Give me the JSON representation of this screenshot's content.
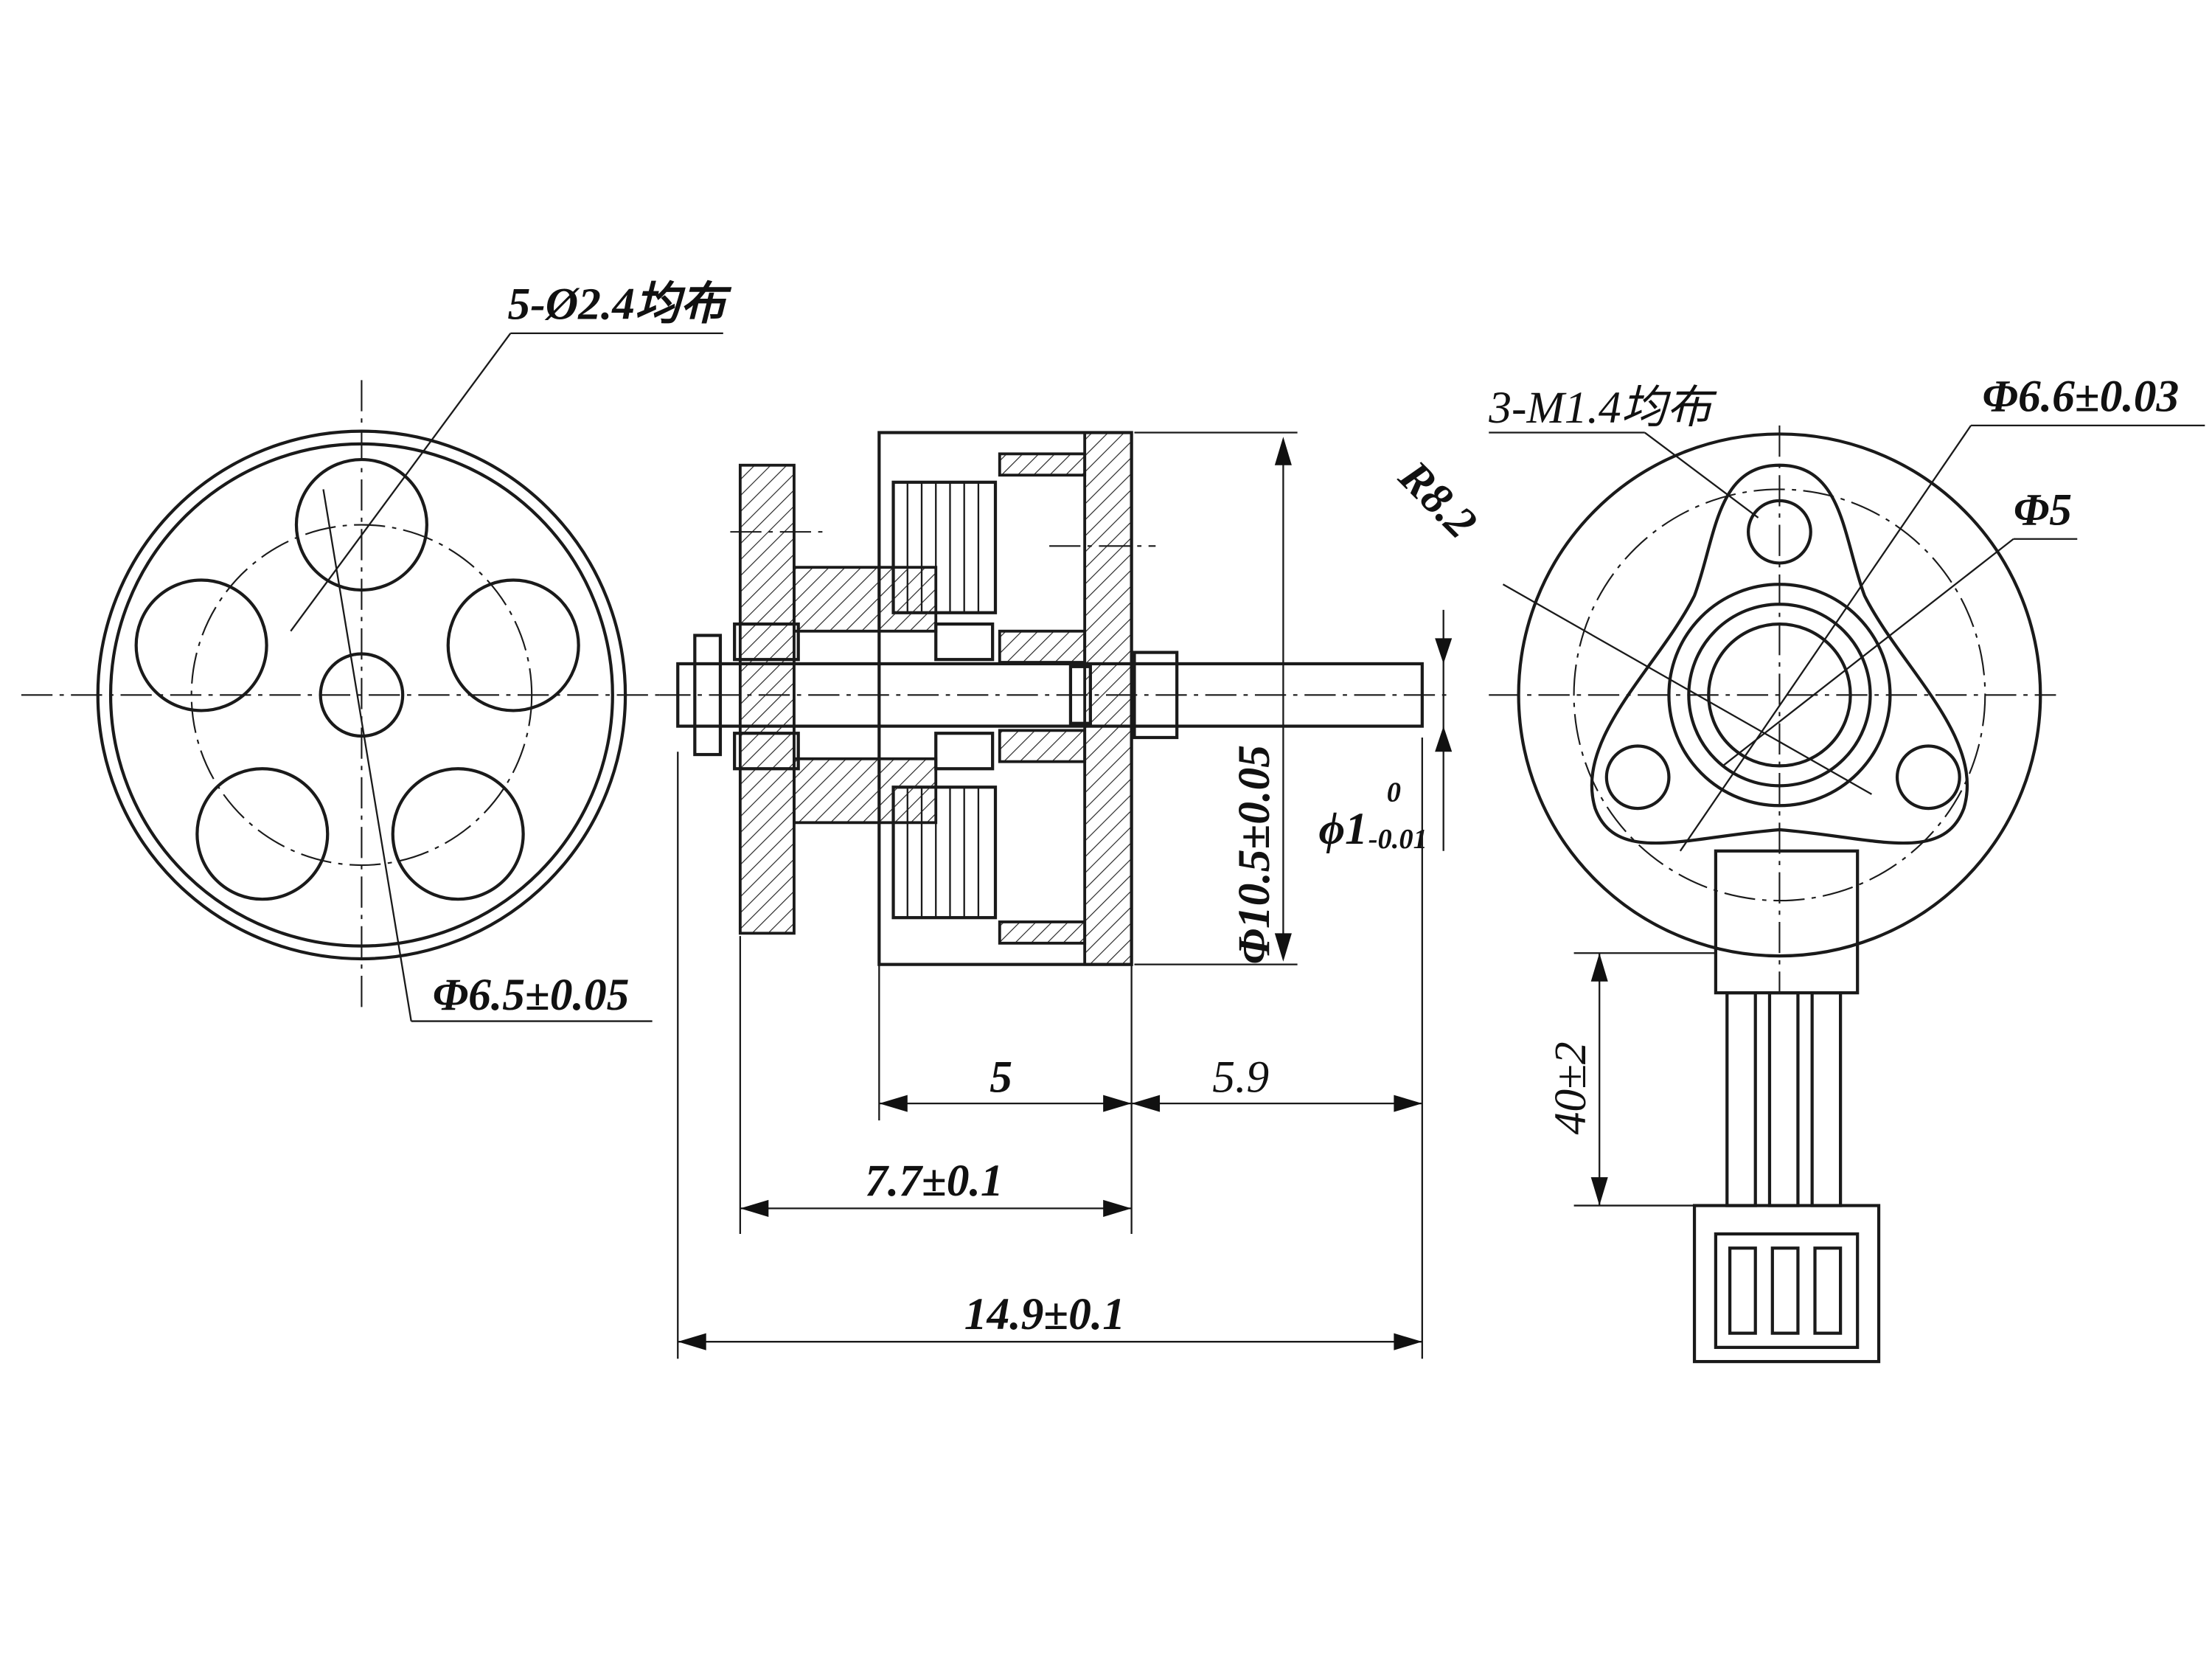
{
  "drawing": {
    "left_view": {
      "holes_label": "5-Ø2.4均布",
      "pitch_label": "Φ6.5±0.05"
    },
    "side_view": {
      "rotor_diameter_label": "Φ10.5±0.05",
      "shaft_diameter_label": "ϕ1",
      "shaft_tol_upper": "0",
      "shaft_tol_lower": "-0.01",
      "rotor_length_label": "5",
      "shaft_extension_label": "5.9",
      "mount_to_rotor_label": "7.7±0.1",
      "overall_length_label": "14.9±0.1"
    },
    "right_view": {
      "screws_label": "3-M1.4均布",
      "boss_diameter_label": "Φ6.6±0.03",
      "bore_diameter_label": "Φ5",
      "radius_label": "R8.2",
      "lead_length_label": "40±2"
    }
  }
}
